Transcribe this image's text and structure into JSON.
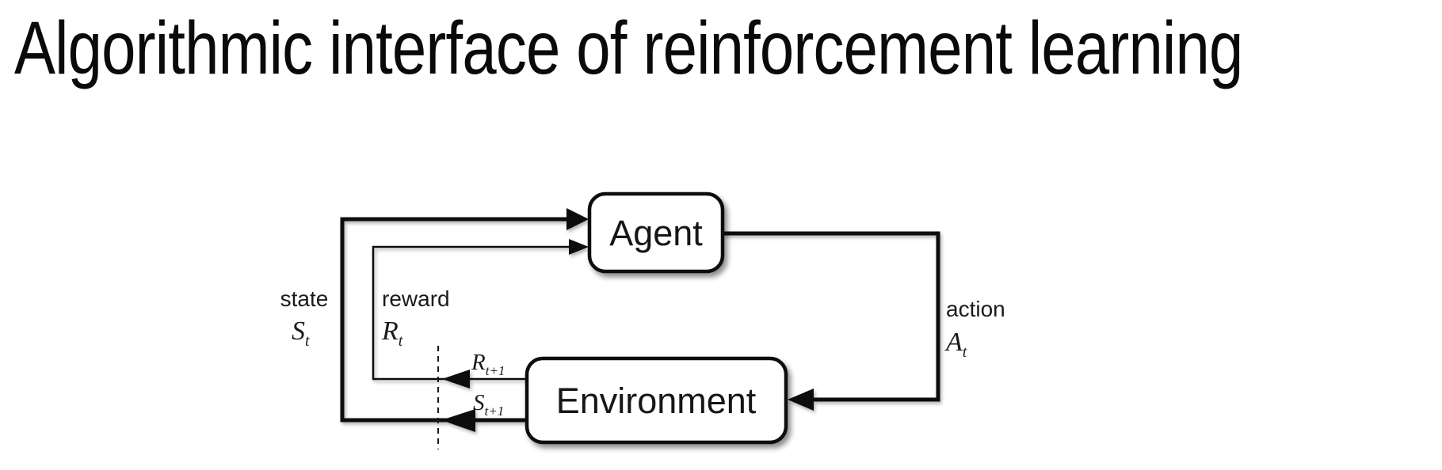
{
  "title": "Algorithmic interface of reinforcement learning",
  "diagram": {
    "agent": {
      "label": "Agent"
    },
    "environment": {
      "label": "Environment"
    },
    "state": {
      "word": "state",
      "symbol": "S",
      "sub": "t"
    },
    "reward": {
      "word": "reward",
      "symbol": "R",
      "sub": "t"
    },
    "action": {
      "word": "action",
      "symbol": "A",
      "sub": "t"
    },
    "next_reward": {
      "symbol": "R",
      "sub": "t+1"
    },
    "next_state": {
      "symbol": "S",
      "sub": "t+1"
    },
    "colors": {
      "line": "#0f0f0f",
      "box_fill": "#ffffff",
      "box_stroke": "#101010",
      "text": "#1a1a1a",
      "background": "#ffffff"
    }
  }
}
